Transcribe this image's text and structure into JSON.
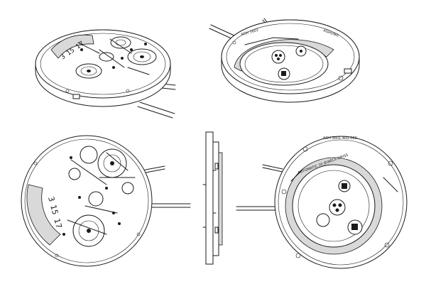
{
  "views": {
    "front_iso": {
      "date_digits": [
        "3",
        "15",
        "17"
      ]
    },
    "back_iso": {
      "engraving": [
        "AGH 3601",
        "AGHONG"
      ]
    },
    "front_flat": {
      "date_digits": [
        "3",
        "15",
        "17"
      ]
    },
    "back_flat": {
      "engraving_top": "AGH 3601 400-000",
      "engraving_ring": "AUTOMATIC 30 JEWELS SWISS"
    }
  }
}
